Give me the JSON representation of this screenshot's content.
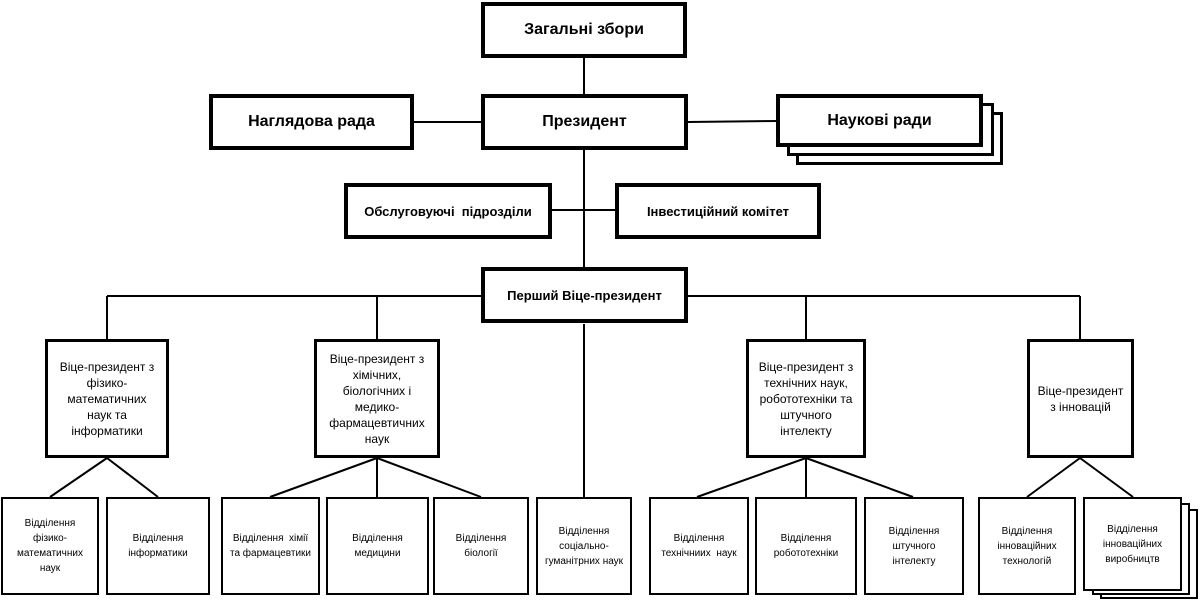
{
  "general_meeting": "Загальні збори",
  "president": "Президент",
  "supervisory_board": "Наглядова рада",
  "scientific_councils": "Наукові ради",
  "service_units": "Обслуговуючі  підрозділи",
  "investment_committee": "Інвестиційний комітет",
  "first_vice_president": "Перший Віце-президент",
  "vice_presidents": [
    "Віце-президент з фізико-математичних наук  та інформатики",
    "Віце-президент з хімічних, біологічних і медико-фармацевтичних наук",
    "Віце-президент з технічних наук, робототехніки та штучного інтелекту",
    "Віце-президент з інновацій"
  ],
  "departments": [
    "Відділення фізико-математичних наук",
    "Відділення інформатики",
    "Відділення  хімії та фармацевтики",
    "Відділення медицини",
    "Відділення біології",
    "Відділення соціально-гуманітрних наук",
    "Відділення технічниих  наук",
    "Відділення робототехніки",
    "Відділення штучного інтелекту",
    "Відділення інноваційних технологій",
    "Відділення інноваційних виробництв"
  ]
}
